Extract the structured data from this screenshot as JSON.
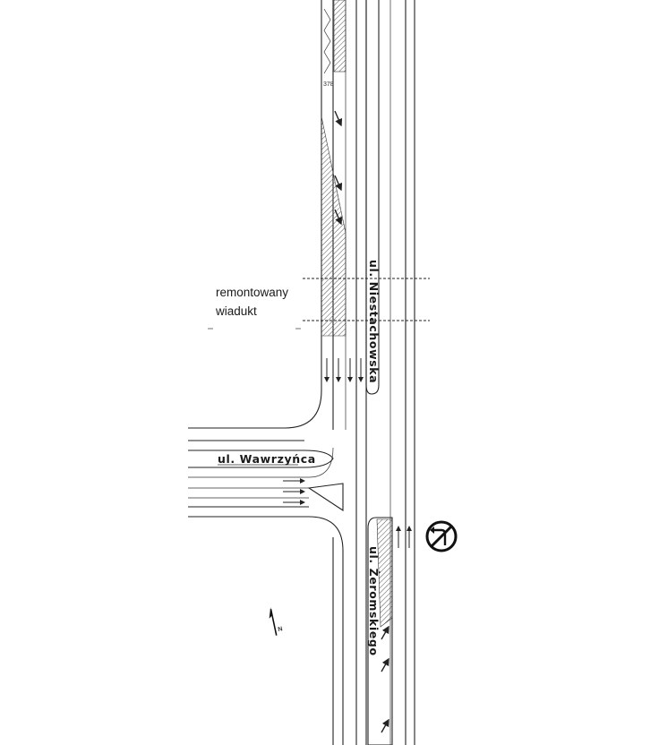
{
  "streets": {
    "niestachowska": "ul. Niestachowska",
    "zeromskiego": "ul. Żeromskiego",
    "wawrzynca": "ul. Wawrzyńca"
  },
  "annotation": {
    "line1": "remontowany",
    "line2": "wiadukt"
  },
  "marks": {
    "small_label": "378",
    "north": "N"
  },
  "signs": [
    {
      "icon": "no-left-turn-sign-icon"
    }
  ],
  "colors": {
    "lines": "#222222",
    "hatch": "#555555",
    "background": "#ffffff"
  }
}
